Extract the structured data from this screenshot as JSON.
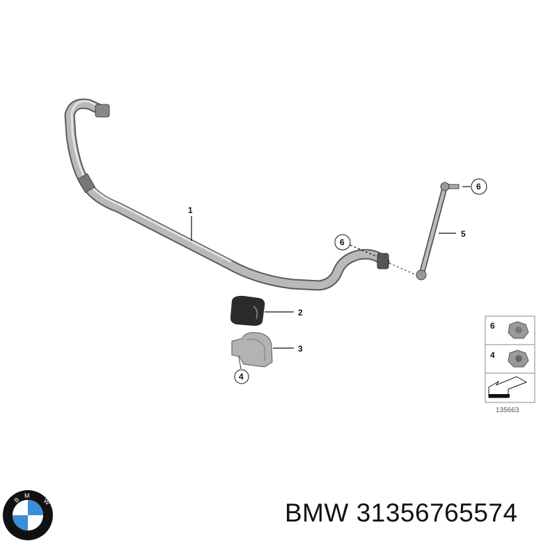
{
  "diagram": {
    "callouts": [
      {
        "id": "1",
        "part": "stabilizer-bar"
      },
      {
        "id": "2",
        "part": "rubber-mounting"
      },
      {
        "id": "3",
        "part": "bracket"
      },
      {
        "id": "4",
        "part": "nut"
      },
      {
        "id": "5",
        "part": "link"
      },
      {
        "id": "6",
        "part": "nut"
      },
      {
        "id": "6",
        "part": "nut"
      }
    ],
    "legend": {
      "items": [
        "6",
        "4"
      ],
      "reference_number": "135663"
    }
  },
  "footer": {
    "brand": "BMW",
    "part_number_text": "BMW 31356765574"
  },
  "colors": {
    "bmw_blue": "#3b8fd6",
    "tube": "#a8a8a8",
    "bushing": "#2b2b2b"
  }
}
